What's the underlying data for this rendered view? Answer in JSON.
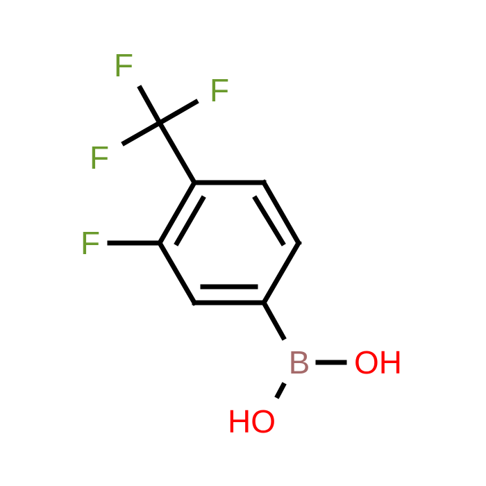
{
  "atoms": {
    "f_cf3_top": "F",
    "f_cf3_right": "F",
    "f_cf3_left": "F",
    "f_ring": "F",
    "boron": "B",
    "oh_right": "OH",
    "oh_left": "HO"
  },
  "colors": {
    "fluorine": "#6a9a2c",
    "boron": "#a56a6a",
    "oxygen": "#ff0000",
    "bond": "#000000"
  }
}
